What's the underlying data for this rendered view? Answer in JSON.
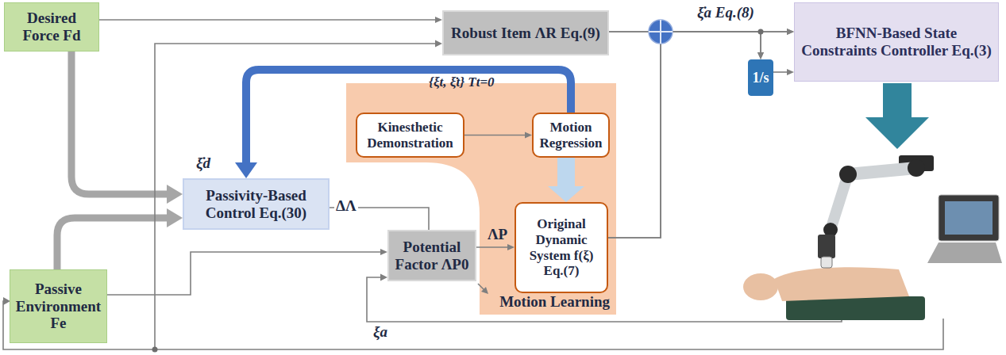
{
  "diagram": {
    "nodes": [
      {
        "text": [
          "Desired Force Fd"
        ]
      },
      {
        "text": [
          "Robust Item ΛR Eq.(9)"
        ]
      },
      {
        "text": [
          "BFNN-Based State Constraints Controller Eq.(3)"
        ]
      },
      {
        "text": [
          "1/s"
        ]
      },
      {
        "text": [
          "Motion Learning"
        ]
      },
      {
        "text": [
          "Kinesthetic Demonstration"
        ],
        "in": 4
      },
      {
        "text": [
          "Motion Regression"
        ],
        "in": 4
      },
      {
        "text": [
          "Original Dynamic System f(ξ) Eq.(7)"
        ],
        "in": 4
      },
      {
        "text": [
          "Passivity-Based Control Eq.(30)"
        ]
      },
      {
        "text": [
          "Potential Factor ΛP0"
        ]
      },
      {
        "text": [
          "Passive Environment Fe"
        ]
      }
    ],
    "edges": [
      {
        "from": 0,
        "to": 1,
        "arrow": "to"
      },
      {
        "from": 0,
        "to": 8,
        "arrow": "to"
      },
      {
        "from": 10,
        "to": 8,
        "arrow": "to"
      },
      {
        "from": 5,
        "to": 6,
        "arrow": "to"
      },
      {
        "from": 6,
        "to": 8,
        "arrow": "to"
      },
      {
        "from": 6,
        "to": 7,
        "arrow": "to"
      },
      {
        "from": 8,
        "to": 9,
        "label": "ΔΛ",
        "arrow": "none"
      },
      {
        "from": 9,
        "to": 7,
        "label": "ΛP",
        "arrow": "to"
      },
      {
        "from": 10,
        "to": 9,
        "arrow": "to"
      },
      {
        "from": 1,
        "to": 2,
        "arrow": "to"
      },
      {
        "from": 7,
        "to": 2,
        "arrow": "to"
      },
      {
        "from": 1,
        "to": 3,
        "arrow": "to"
      },
      {
        "from": 7,
        "to": 3,
        "arrow": "to"
      },
      {
        "from": 3,
        "to": 2,
        "arrow": "to"
      }
    ],
    "labels": [
      "{ξt, ξ̇t} Tt=0",
      "ξ̇d",
      "ξa",
      "ξ̇a Eq.(8)"
    ]
  }
}
